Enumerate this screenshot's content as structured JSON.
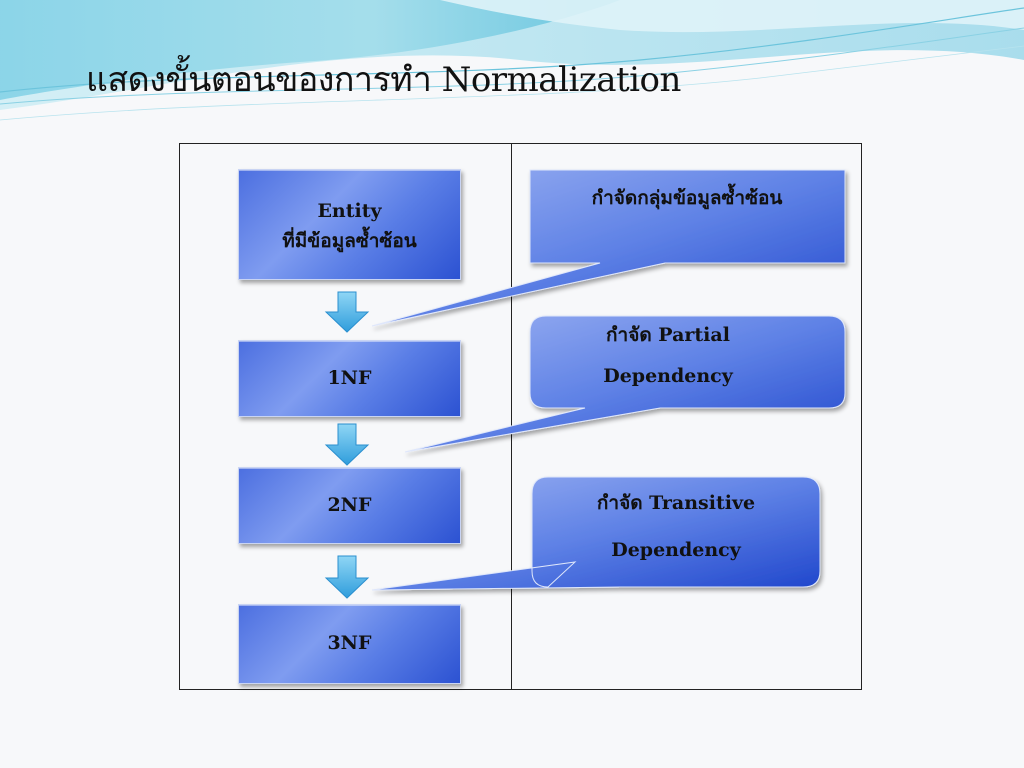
{
  "slide": {
    "title": "แสดงขั้นตอนของการทำ Normalization"
  },
  "steps": [
    {
      "line1": "Entity",
      "line2": "ที่มีข้อมูลซ้ำซ้อน"
    },
    {
      "line1": "1NF"
    },
    {
      "line1": "2NF"
    },
    {
      "line1": "3NF"
    }
  ],
  "callouts": [
    {
      "line1": "กำจัดกลุ่มข้อมูลซ้ำซ้อน"
    },
    {
      "line1": "กำจัด Partial",
      "line2": "Dependency"
    },
    {
      "line1": "กำจัด Transitive",
      "line2": "Dependency"
    }
  ],
  "colors": {
    "box_fill": "#4c6fe0",
    "arrow": "#4fb3e8",
    "frame": "#222222",
    "title_text": "#111111"
  }
}
